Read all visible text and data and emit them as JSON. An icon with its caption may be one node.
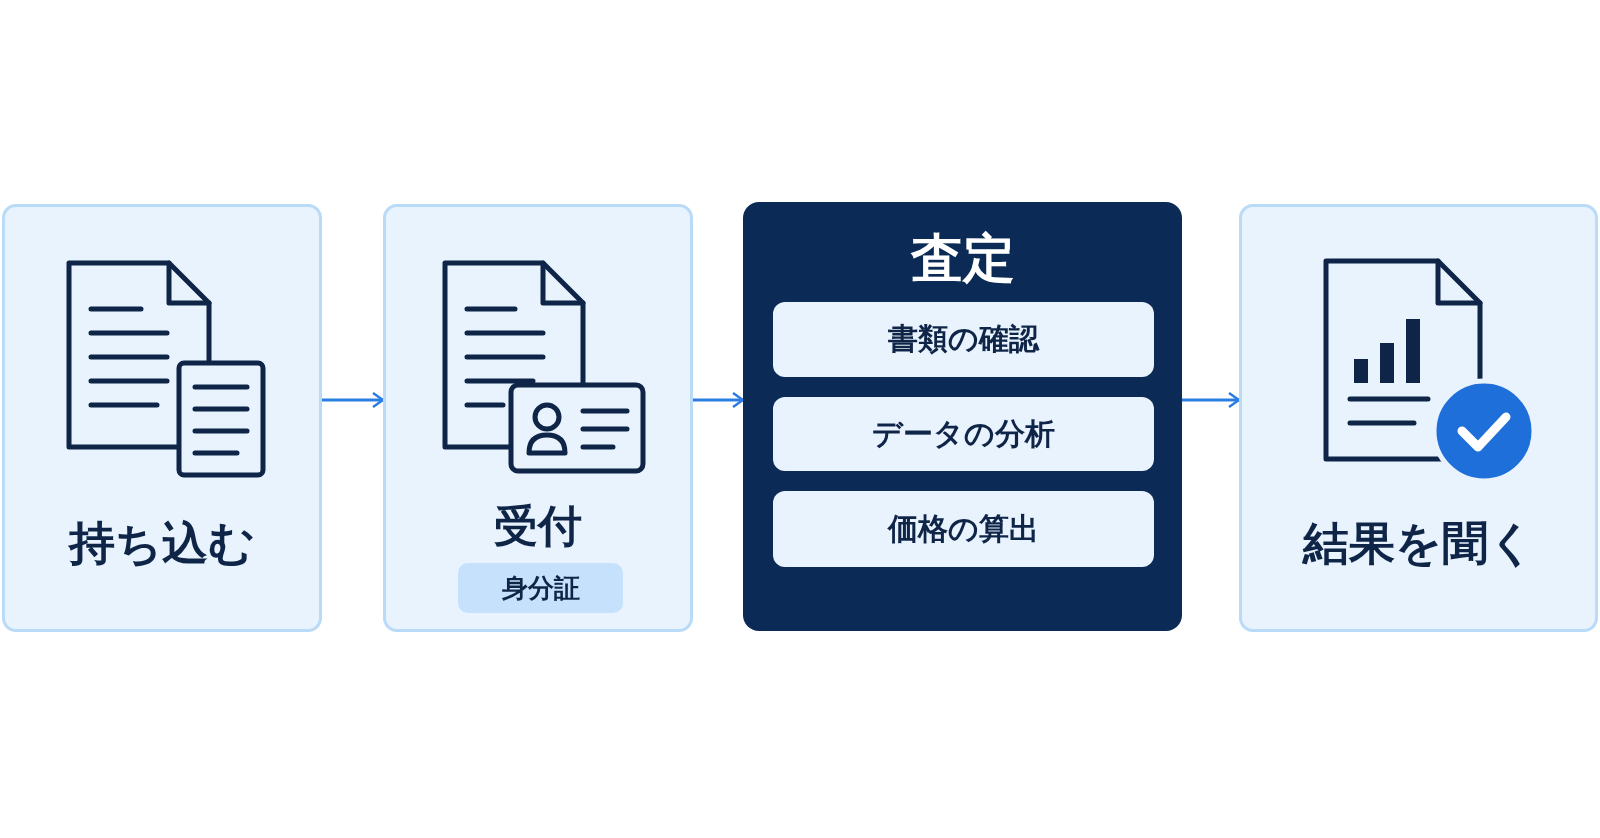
{
  "diagram": {
    "nodes": [
      {
        "text": [
          "持ち込む"
        ]
      },
      {
        "text": [
          "受付"
        ]
      },
      {
        "text": [
          "身分証"
        ],
        "in": 1
      },
      {
        "text": [
          "査定"
        ]
      },
      {
        "text": [
          "書類の確認"
        ],
        "in": 3
      },
      {
        "text": [
          "データの分析"
        ],
        "in": 3
      },
      {
        "text": [
          "価格の算出"
        ],
        "in": 3
      },
      {
        "text": [
          "結果を聞く"
        ]
      }
    ],
    "edges": [
      {
        "from": 0,
        "to": 1,
        "arrow": "to"
      },
      {
        "from": 1,
        "to": 3,
        "arrow": "to"
      },
      {
        "from": 3,
        "to": 7,
        "arrow": "to"
      }
    ]
  }
}
